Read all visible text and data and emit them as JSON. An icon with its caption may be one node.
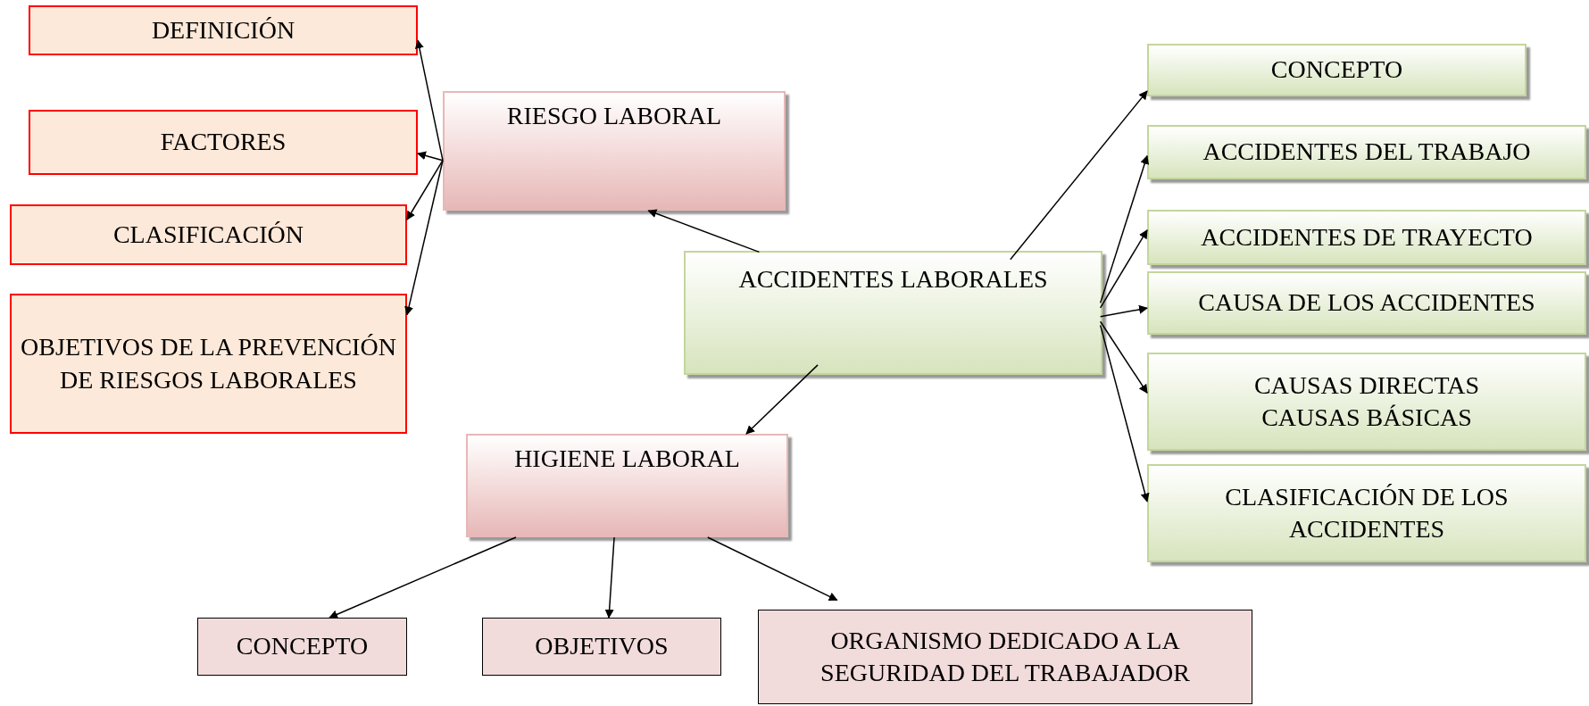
{
  "diagram": {
    "nodes": [
      {
        "text": [
          "DEFINICIÓN"
        ]
      },
      {
        "text": [
          "FACTORES"
        ]
      },
      {
        "text": [
          "CLASIFICACIÓN"
        ]
      },
      {
        "text": [
          "OBJETIVOS DE LA PREVENCIÓN DE RIESGOS LABORALES"
        ]
      },
      {
        "text": [
          "RIESGO LABORAL"
        ]
      },
      {
        "text": [
          "ACCIDENTES LABORALES"
        ]
      },
      {
        "text": [
          "CONCEPTO"
        ]
      },
      {
        "text": [
          "ACCIDENTES DEL TRABAJO"
        ]
      },
      {
        "text": [
          "ACCIDENTES DE TRAYECTO"
        ]
      },
      {
        "text": [
          "CAUSA DE LOS ACCIDENTES"
        ]
      },
      {
        "text": [
          "CAUSAS DIRECTAS",
          "CAUSAS BÁSICAS"
        ]
      },
      {
        "text": [
          "CLASIFICACIÓN DE LOS ACCIDENTES"
        ]
      },
      {
        "text": [
          "HIGIENE LABORAL"
        ]
      },
      {
        "text": [
          "CONCEPTO"
        ]
      },
      {
        "text": [
          "OBJETIVOS"
        ]
      },
      {
        "text": [
          "ORGANISMO DEDICADO A LA SEGURIDAD DEL TRABAJADOR"
        ]
      }
    ],
    "edges": [
      {
        "from": 4,
        "to": 0,
        "arrow": "to"
      },
      {
        "from": 4,
        "to": 1,
        "arrow": "to"
      },
      {
        "from": 4,
        "to": 2,
        "arrow": "to"
      },
      {
        "from": 4,
        "to": 3,
        "arrow": "to"
      },
      {
        "from": 5,
        "to": 4,
        "arrow": "to"
      },
      {
        "from": 5,
        "to": 6,
        "arrow": "to"
      },
      {
        "from": 5,
        "to": 7,
        "arrow": "to"
      },
      {
        "from": 5,
        "to": 8,
        "arrow": "to"
      },
      {
        "from": 5,
        "to": 9,
        "arrow": "to"
      },
      {
        "from": 5,
        "to": 10,
        "arrow": "to"
      },
      {
        "from": 5,
        "to": 11,
        "arrow": "to"
      },
      {
        "from": 5,
        "to": 12,
        "arrow": "to"
      },
      {
        "from": 12,
        "to": 13,
        "arrow": "to"
      },
      {
        "from": 12,
        "to": 14,
        "arrow": "to"
      },
      {
        "from": 12,
        "to": 15,
        "arrow": "to"
      }
    ]
  }
}
